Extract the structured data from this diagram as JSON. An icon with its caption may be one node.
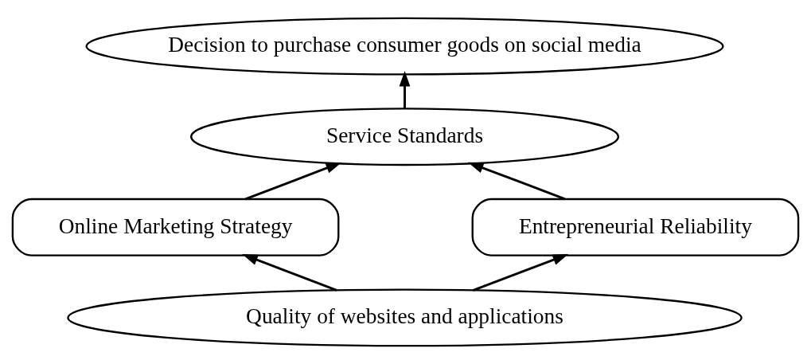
{
  "diagram": {
    "nodes": [
      {
        "text": [
          "Decision to purchase consumer goods on social media"
        ]
      },
      {
        "text": [
          "Service Standards"
        ]
      },
      {
        "text": [
          "Online Marketing Strategy"
        ]
      },
      {
        "text": [
          "Entrepreneurial Reliability"
        ]
      },
      {
        "text": [
          "Quality of websites and applications"
        ]
      }
    ],
    "edges": [
      {
        "from": 1,
        "to": 0,
        "arrow": "to"
      },
      {
        "from": 2,
        "to": 1,
        "arrow": "to"
      },
      {
        "from": 3,
        "to": 1,
        "arrow": "to"
      },
      {
        "from": 4,
        "to": 2,
        "arrow": "to"
      },
      {
        "from": 4,
        "to": 3,
        "arrow": "to"
      }
    ]
  }
}
